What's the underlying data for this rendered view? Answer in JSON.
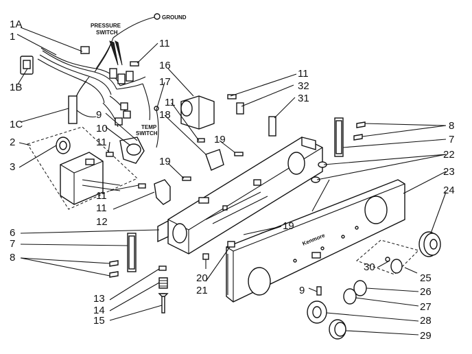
{
  "labels": {
    "pressure_switch": [
      "PRESSURE",
      "SWITCH"
    ],
    "ground": "GROUND",
    "temp_switch": [
      "TEMP",
      "SWITCH"
    ],
    "maker_mark": "Kenmore"
  },
  "callouts": [
    "1A",
    "1",
    "1B",
    "1C",
    "2",
    "3",
    "6",
    "7",
    "8",
    "13",
    "14",
    "15",
    "9",
    "10",
    "11",
    "11",
    "11",
    "12",
    "16",
    "17",
    "18",
    "19",
    "19",
    "11",
    "11",
    "32",
    "31",
    "8",
    "7",
    "22",
    "23",
    "24",
    "19",
    "20",
    "21",
    "9",
    "30",
    "25",
    "26",
    "27",
    "28",
    "29",
    "11"
  ]
}
